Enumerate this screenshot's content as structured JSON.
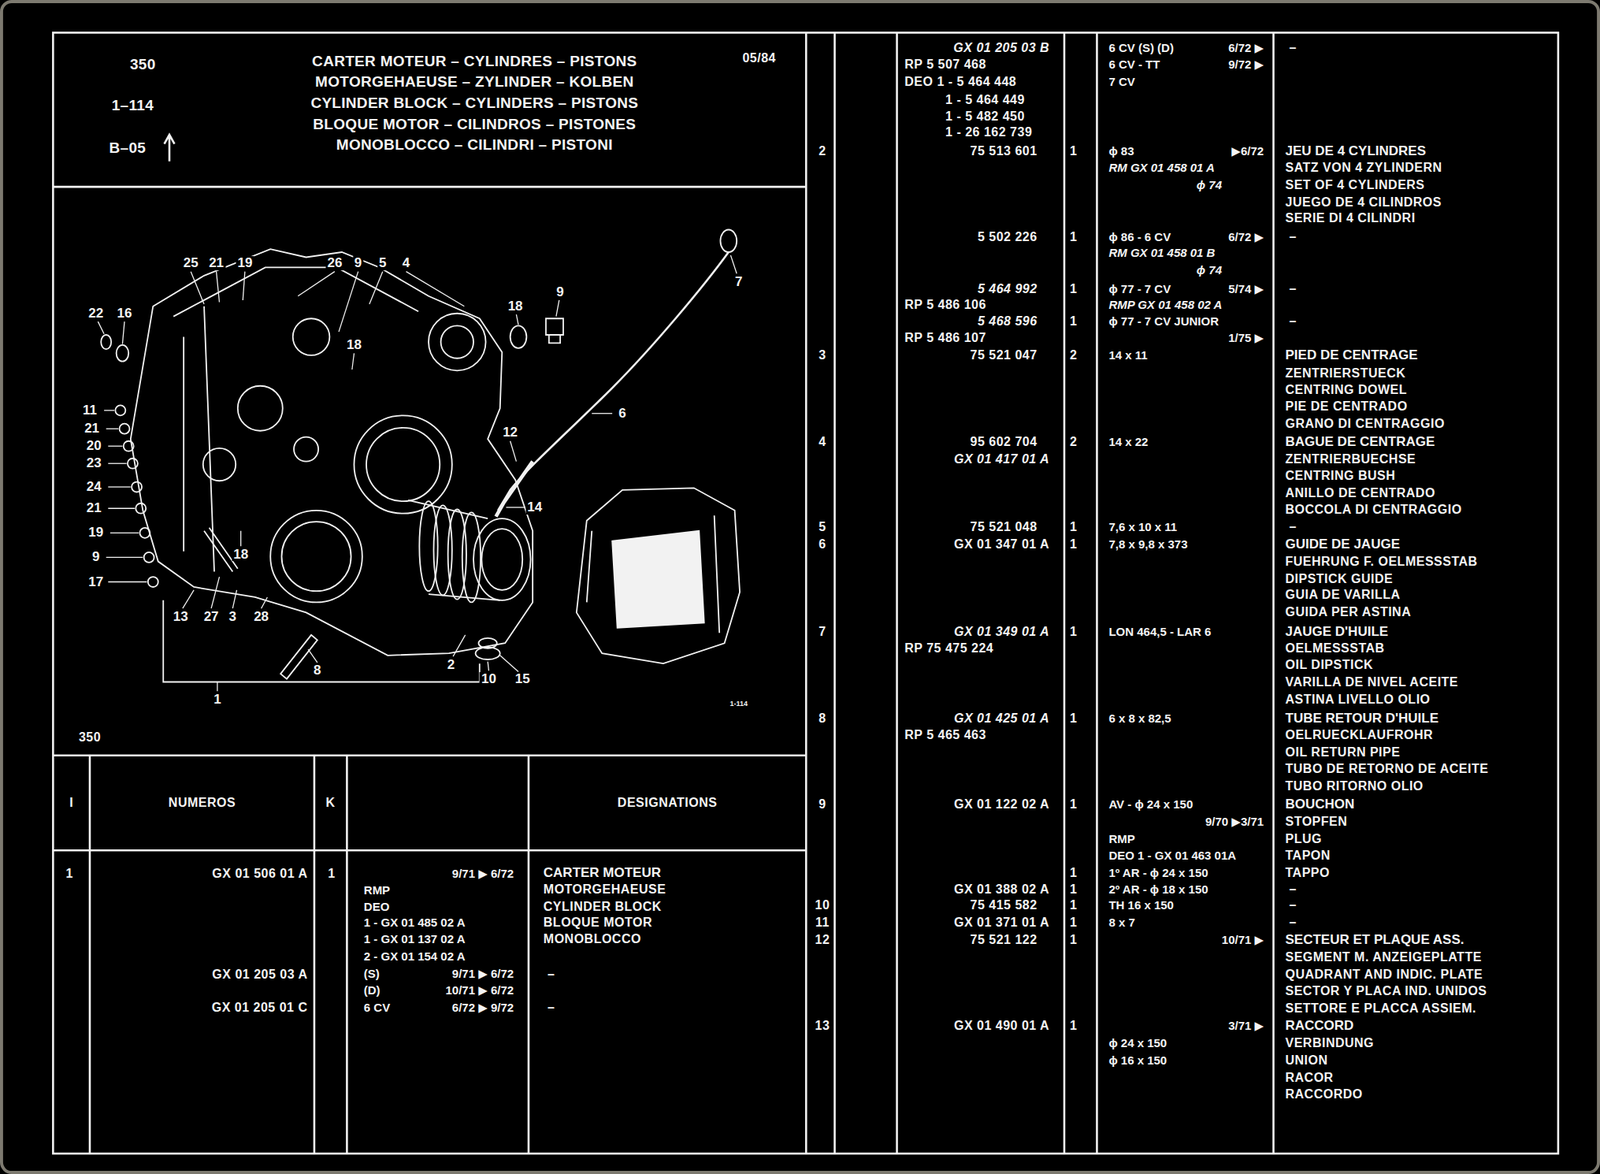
{
  "diagram": {
    "title": "CARTER MOTEUR – CYLINDRES – PISTONS",
    "nodes": [
      {
        "text": [
          "I"
        ]
      },
      {
        "text": [
          "NUMEROS"
        ]
      },
      {
        "text": [
          "K"
        ]
      },
      {
        "text": [
          "DESIGNATIONS"
        ]
      }
    ],
    "labels": [
      "350",
      "1–114",
      "B–05",
      "MOTORGEHAEUSE – ZYLINDER – KOLBEN",
      "CYLINDER BLOCK – CYLINDERS – PISTONS",
      "BLOQUE MOTOR – CILINDROS – PISTONES",
      "MONOBLOCCO – CILINDRI – PISTONI",
      "05/84",
      "25",
      "21",
      "19",
      "26",
      "9",
      "5",
      "4",
      "22",
      "16",
      "18",
      "9",
      "7",
      "18",
      "11",
      "21",
      "20",
      "23",
      "24",
      "21",
      "6",
      "12",
      "14",
      "19",
      "18",
      "9",
      "17",
      "13",
      "27",
      "3",
      "28",
      "2",
      "8",
      "10",
      "15",
      "1",
      "1-114",
      "350",
      "1",
      "GX 01 506 01 A",
      "1",
      "9/71 ▶ 6/72",
      "RMP",
      "DEO",
      "1 - GX 01 485 02 A",
      "1 - GX 01 137 02 A",
      "2 - GX 01 154 02 A",
      "CARTER MOTEUR",
      "MOTORGEHAEUSE",
      "CYLINDER BLOCK",
      "BLOQUE MOTOR",
      "MONOBLOCCO",
      "GX 01 205 03 A",
      "(S)",
      "9/71 ▶ 6/72",
      "(D)",
      "10/71 ▶ 6/72",
      "–",
      "GX 01 205 01 C",
      "6 CV",
      "6/72 ▶ 9/72",
      "–",
      "GX 01 205 03 B",
      "6 CV (S) (D)",
      "6/72 ▶",
      "–",
      "RP 5 507 468",
      "6 CV - TT",
      "9/72 ▶",
      "DEO 1 - 5 464 448",
      "7 CV",
      "1 - 5 464 449",
      "1 - 5 482 450",
      "1 - 26 162 739",
      "2",
      "75 513 601",
      "1",
      "ϕ 83",
      "▶6/72",
      "JEU DE 4 CYLINDRES",
      "RM GX 01 458 01 A",
      "SATZ VON 4 ZYLINDERN",
      "ϕ 74",
      "SET OF 4 CYLINDERS",
      "JUEGO DE 4 CILINDROS",
      "SERIE DI 4 CILINDRI",
      "5 502 226",
      "1",
      "ϕ 86 - 6 CV",
      "6/72 ▶",
      "–",
      "RM GX 01 458 01 B",
      "ϕ 74",
      "5 464 992",
      "1",
      "ϕ 77 - 7 CV",
      "5/74 ▶",
      "–",
      "RP 5 486 106",
      "RMP GX 01 458 02 A",
      "5 468 596",
      "1",
      "ϕ 77 - 7 CV JUNIOR",
      "–",
      "RP 5 486 107",
      "1/75 ▶",
      "3",
      "75 521 047",
      "2",
      "14 x 11",
      "PIED DE CENTRAGE",
      "ZENTRIERSTUECK",
      "CENTRING DOWEL",
      "PIE DE CENTRADO",
      "GRANO DI CENTRAGGIO",
      "4",
      "95 602 704",
      "2",
      "14 x 22",
      "BAGUE DE CENTRAGE",
      "GX 01 417 01 A",
      "ZENTRIERBUECHSE",
      "CENTRING BUSH",
      "ANILLO DE CENTRADO",
      "BOCCOLA DI CENTRAGGIO",
      "5",
      "75 521 048",
      "1",
      "7,6 x 10 x 11",
      "–",
      "6",
      "GX 01 347 01 A",
      "1",
      "7,8 x 9,8 x 373",
      "GUIDE DE JAUGE",
      "FUEHRUNG F. OELMESSSTAB",
      "DIPSTICK GUIDE",
      "GUIA DE VARILLA",
      "GUIDA PER ASTINA",
      "7",
      "GX 01 349 01 A",
      "1",
      "LON 464,5 - LAR 6",
      "JAUGE D'HUILE",
      "RP 75 475 224",
      "OELMESSSTAB",
      "OIL DIPSTICK",
      "VARILLA DE NIVEL ACEITE",
      "ASTINA LIVELLO OLIO",
      "8",
      "GX 01 425 01 A",
      "1",
      "6 x 8 x 82,5",
      "TUBE RETOUR D'HUILE",
      "RP 5 465 463",
      "OELRUECKLAUFROHR",
      "OIL RETURN PIPE",
      "TUBO DE RETORNO DE ACEITE",
      "TUBO RITORNO OLIO",
      "9",
      "GX 01 122 02 A",
      "1",
      "AV - ϕ 24 x 150",
      "BOUCHON",
      "9/70 ▶3/71",
      "STOPFEN",
      "RMP",
      "PLUG",
      "DEO 1 - GX 01 463 01A",
      "TAPON",
      "1",
      "1º AR - ϕ 24 x 150",
      "TAPPO",
      "GX 01 388 02 A",
      "1",
      "2º AR - ϕ 18 x 150",
      "–",
      "10",
      "75 415 582",
      "1",
      "TH 16 x 150",
      "–",
      "11",
      "GX 01 371 01 A",
      "1",
      "8 x 7",
      "–",
      "12",
      "75 521 122",
      "1",
      "10/71 ▶",
      "SECTEUR ET PLAQUE ASS.",
      "SEGMENT M. ANZEIGEPLATTE",
      "QUADRANT AND INDIC. PLATE",
      "SECTOR Y PLACA IND. UNIDOS",
      "SETTORE E PLACCA ASSIEM.",
      "13",
      "GX 01 490 01 A",
      "1",
      "3/71 ▶",
      "RACCORD",
      "ϕ 24 x 150",
      "VERBINDUNG",
      "ϕ 16 x 150",
      "UNION",
      "RACOR",
      "RACCORDO"
    ]
  }
}
